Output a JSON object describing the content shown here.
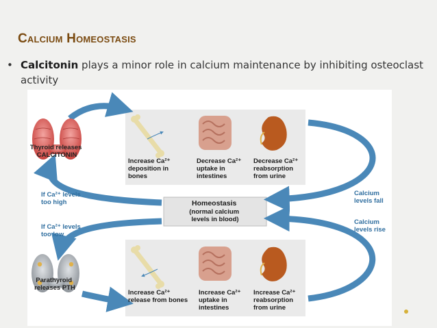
{
  "slide": {
    "title": "Calcium Homeostasis",
    "bullet": {
      "marker": "•",
      "bold": "Calcitonin",
      "text": " plays a minor role in calcium maintenance by inhibiting osteoclast activity"
    }
  },
  "diagram": {
    "thyroid_label": [
      "Thyroid releases",
      "CALCITONIN"
    ],
    "parathyroid_label": [
      "Parathyroid",
      "releases PTH"
    ],
    "high_label": [
      "If Ca²⁺ levels",
      "too high"
    ],
    "low_label": [
      "If Ca²⁺ levels",
      "too low"
    ],
    "fall_label": [
      "Calcium",
      "levels fall"
    ],
    "rise_label": [
      "Calcium",
      "levels rise"
    ],
    "homeostasis": [
      "Homeostasis",
      "(normal calcium",
      "levels in blood)"
    ],
    "top_steps": [
      [
        "Increase Ca²⁺",
        "deposition in",
        "bones"
      ],
      [
        "Decrease Ca²⁺",
        "uptake in",
        "intestines"
      ],
      [
        "Decrease Ca²⁺",
        "reabsorption",
        "from urine"
      ]
    ],
    "bottom_steps": [
      [
        "Increase Ca²⁺",
        "release from bones"
      ],
      [
        "Increase Ca²⁺",
        "uptake in",
        "intestines"
      ],
      [
        "Increase Ca²⁺",
        "reabsorption",
        "from urine"
      ]
    ],
    "colors": {
      "arrow": "#4a88b8",
      "thyroid": "#d9534f",
      "parathyroid": "#9ea3a8",
      "side_text": "#2f6e9f",
      "title": "#7a4a10",
      "accent": "#d6b13a"
    },
    "icons": [
      "thyroid-gland-icon",
      "parathyroid-gland-icon",
      "bone-icon",
      "intestine-icon",
      "kidney-icon"
    ]
  }
}
